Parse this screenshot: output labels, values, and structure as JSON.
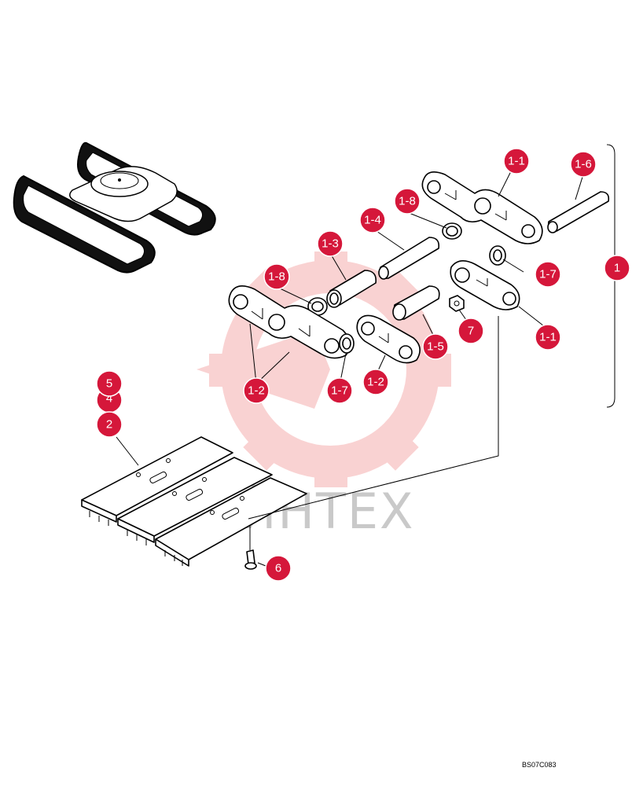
{
  "watermark": {
    "text": "ЙНТЕХ",
    "color": "#f3b4b4"
  },
  "drawing_code": "BS07C083",
  "callout_color": "#d5173a",
  "callouts": {
    "c1_1a": "1-1",
    "c1_6": "1-6",
    "c1_8a": "1-8",
    "c1_4": "1-4",
    "c1_3": "1-3",
    "c1_8b": "1-8",
    "c1_7a": "1-7",
    "c1": "1",
    "c7": "7",
    "c1_1b": "1-1",
    "c1_5": "1-5",
    "c1_2a": "1-2",
    "c1_2b": "1-2",
    "c1_7b": "1-7",
    "c5": "5",
    "c4": "4",
    "c2": "2",
    "c6": "6"
  }
}
